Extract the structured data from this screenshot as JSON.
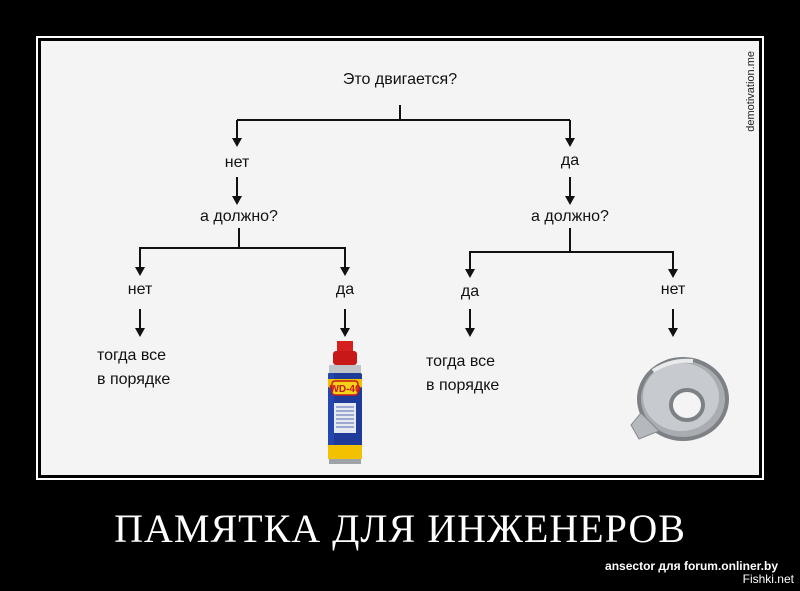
{
  "diagram": {
    "root": "Это двигается?",
    "left_branch": {
      "answer": "нет",
      "question": "а должно?",
      "outcomes": [
        {
          "answer": "нет",
          "result": [
            "тогда все",
            "в порядке"
          ]
        },
        {
          "answer": "да",
          "result_image": "wd40-spray-can"
        }
      ]
    },
    "right_branch": {
      "answer": "да",
      "question": "а должно?",
      "outcomes": [
        {
          "answer": "да",
          "result": [
            "тогда все",
            "в порядке"
          ]
        },
        {
          "answer": "нет",
          "result_image": "duct-tape-roll"
        }
      ]
    },
    "wd40_label": "WD-40"
  },
  "watermark": "demotivation.me",
  "caption": "ПАМЯТКА ДЛЯ ИНЖЕНЕРОВ",
  "credit": "ansector для forum.onliner.by",
  "site": "Fishki.net"
}
